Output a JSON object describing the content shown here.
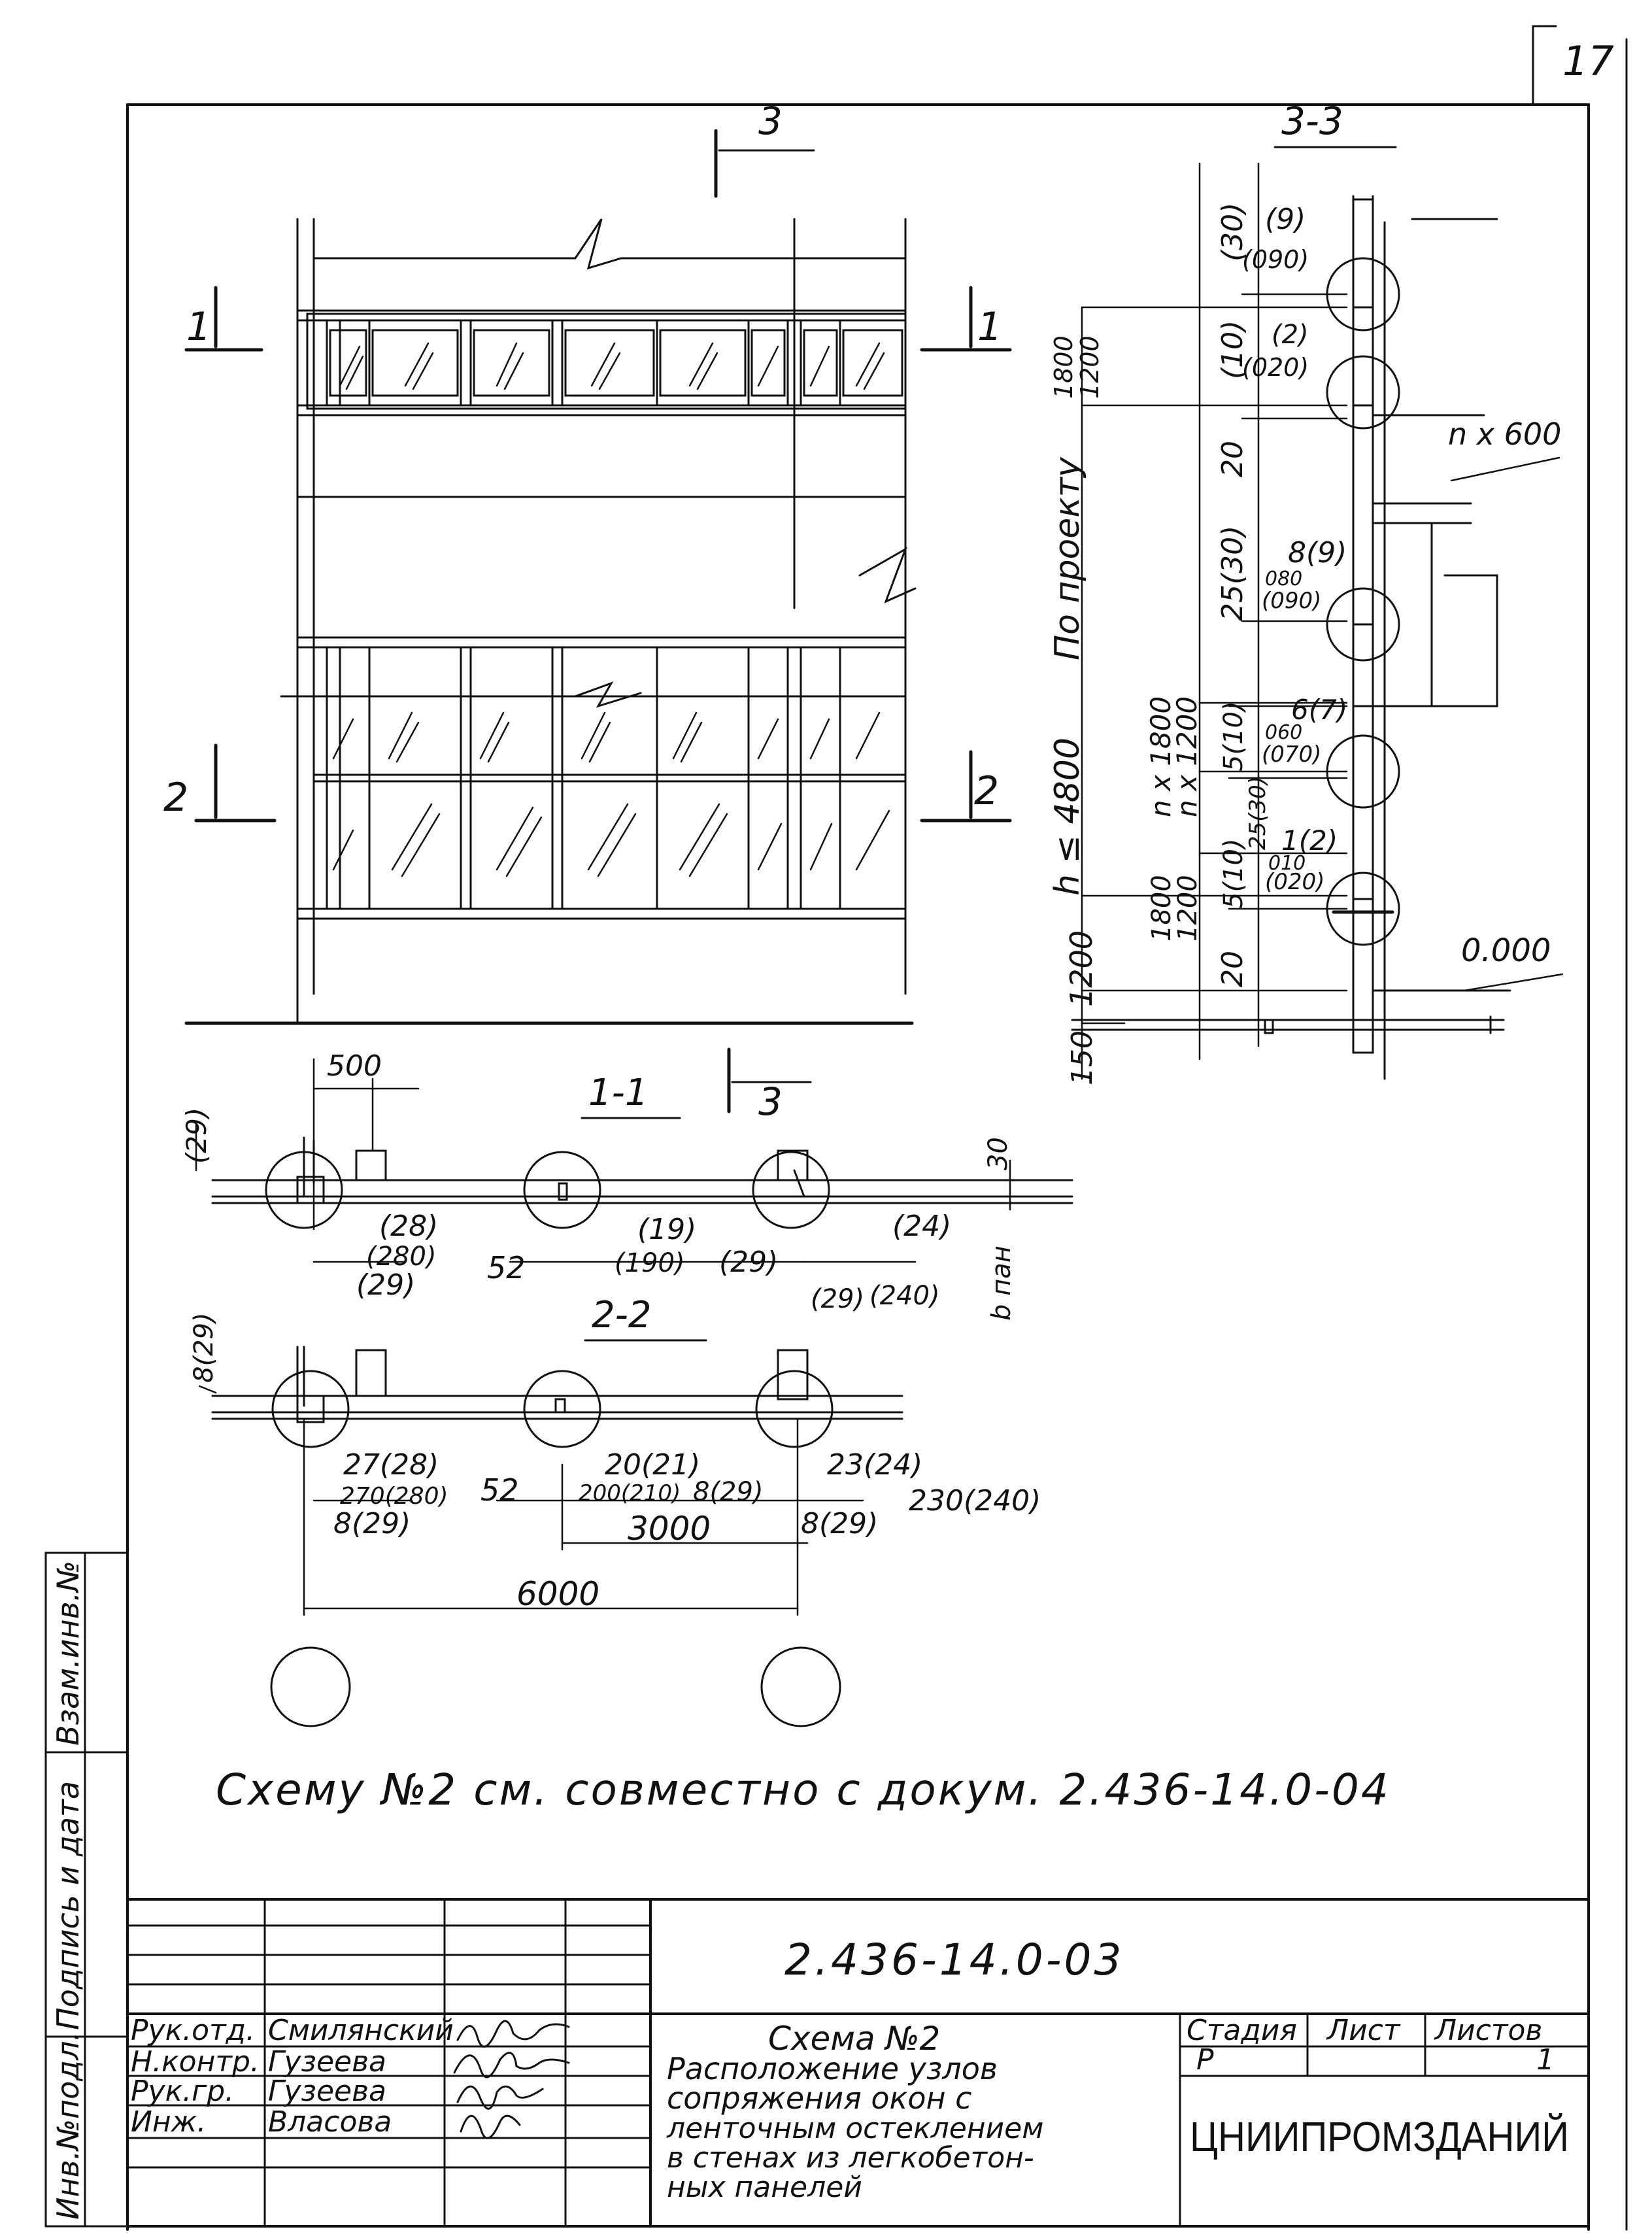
{
  "page_number": "17",
  "sections": {
    "s33": "3-3",
    "s11": "1-1",
    "s22": "2-2",
    "mark1_left": "1",
    "mark1_right": "1",
    "mark2_left": "2",
    "mark2_right": "2",
    "mark3_top": "3",
    "mark3_mid": "3"
  },
  "section33_dims": {
    "h1800": "1800",
    "h1200": "1200",
    "po_proektu": "По проекту",
    "h_le_4800": "h ≤ 4800",
    "n1800": "n x 1800",
    "n1200": "n x 1200",
    "b1800": "1800",
    "b1200": "1200",
    "v1200": "1200",
    "v150": "150",
    "d30": "(30)",
    "d10": "(10)",
    "d20a": "20",
    "d25": "25(30)",
    "d5a": "5(10)",
    "d25b": "25(30)",
    "d5b": "5(10)",
    "d20b": "20",
    "c9": "(9)",
    "c090": "(090)",
    "c2": "(2)",
    "c020": "(020)",
    "c89": "8(9)",
    "c080": "080",
    "c090b": "(090)",
    "c67": "6(7)",
    "c060": "060",
    "c070": "(070)",
    "c12": "1(2)",
    "c010": "010",
    "c020b": "(020)",
    "nx600": "n x 600",
    "zero": "0.000"
  },
  "plan_dims": {
    "d500": "500",
    "d29a": "(29)",
    "d28": "(28)",
    "d280": "(280)",
    "d29b": "(29)",
    "d52a": "52",
    "d19": "(19)",
    "d190": "(190)",
    "d29c": "(29)",
    "d24": "(24)",
    "d29d": "(29)",
    "d240": "(240)",
    "d30": "30",
    "b_pan": "b пан",
    "d8_29a": "8(29)",
    "d27_28": "27(28)",
    "d270_280": "270(280)",
    "d52b": "52",
    "d20_21": "20(21)",
    "d200_210": "200(210)",
    "d8_29b": "8(29)",
    "d23_24": "23(24)",
    "d230_240": "230(240)",
    "d8_29c": "8(29)",
    "d8_29d": "8(29)",
    "d3000": "3000",
    "d6000": "6000"
  },
  "note": "Схему №2 см. совместно с докум. 2.436-14.0-04",
  "side_stamp": {
    "inv_podl": "Инв.№подл.",
    "podpis": "Подпись и дата",
    "vzam": "Взам.инв.№"
  },
  "title_block": {
    "code": "2.436-14.0-03",
    "roles": [
      "Рук.отд.",
      "Н.контр.",
      "Рук.гр.",
      "Инж."
    ],
    "names": [
      "Смилянский",
      "Гузеева",
      "Гузеева",
      "Власова"
    ],
    "title_lines": [
      "Схема №2",
      "Расположение узлов",
      "сопряжения окон с",
      "ленточным остеклением",
      "в стенах из легкобетон-",
      "ных панелей"
    ],
    "stage_label": "Стадия",
    "sheet_label": "Лист",
    "sheets_label": "Листов",
    "stage_value": "Р",
    "sheet_value": "",
    "sheets_value": "1",
    "org": "ЦНИИПРОМЗДАНИЙ"
  }
}
